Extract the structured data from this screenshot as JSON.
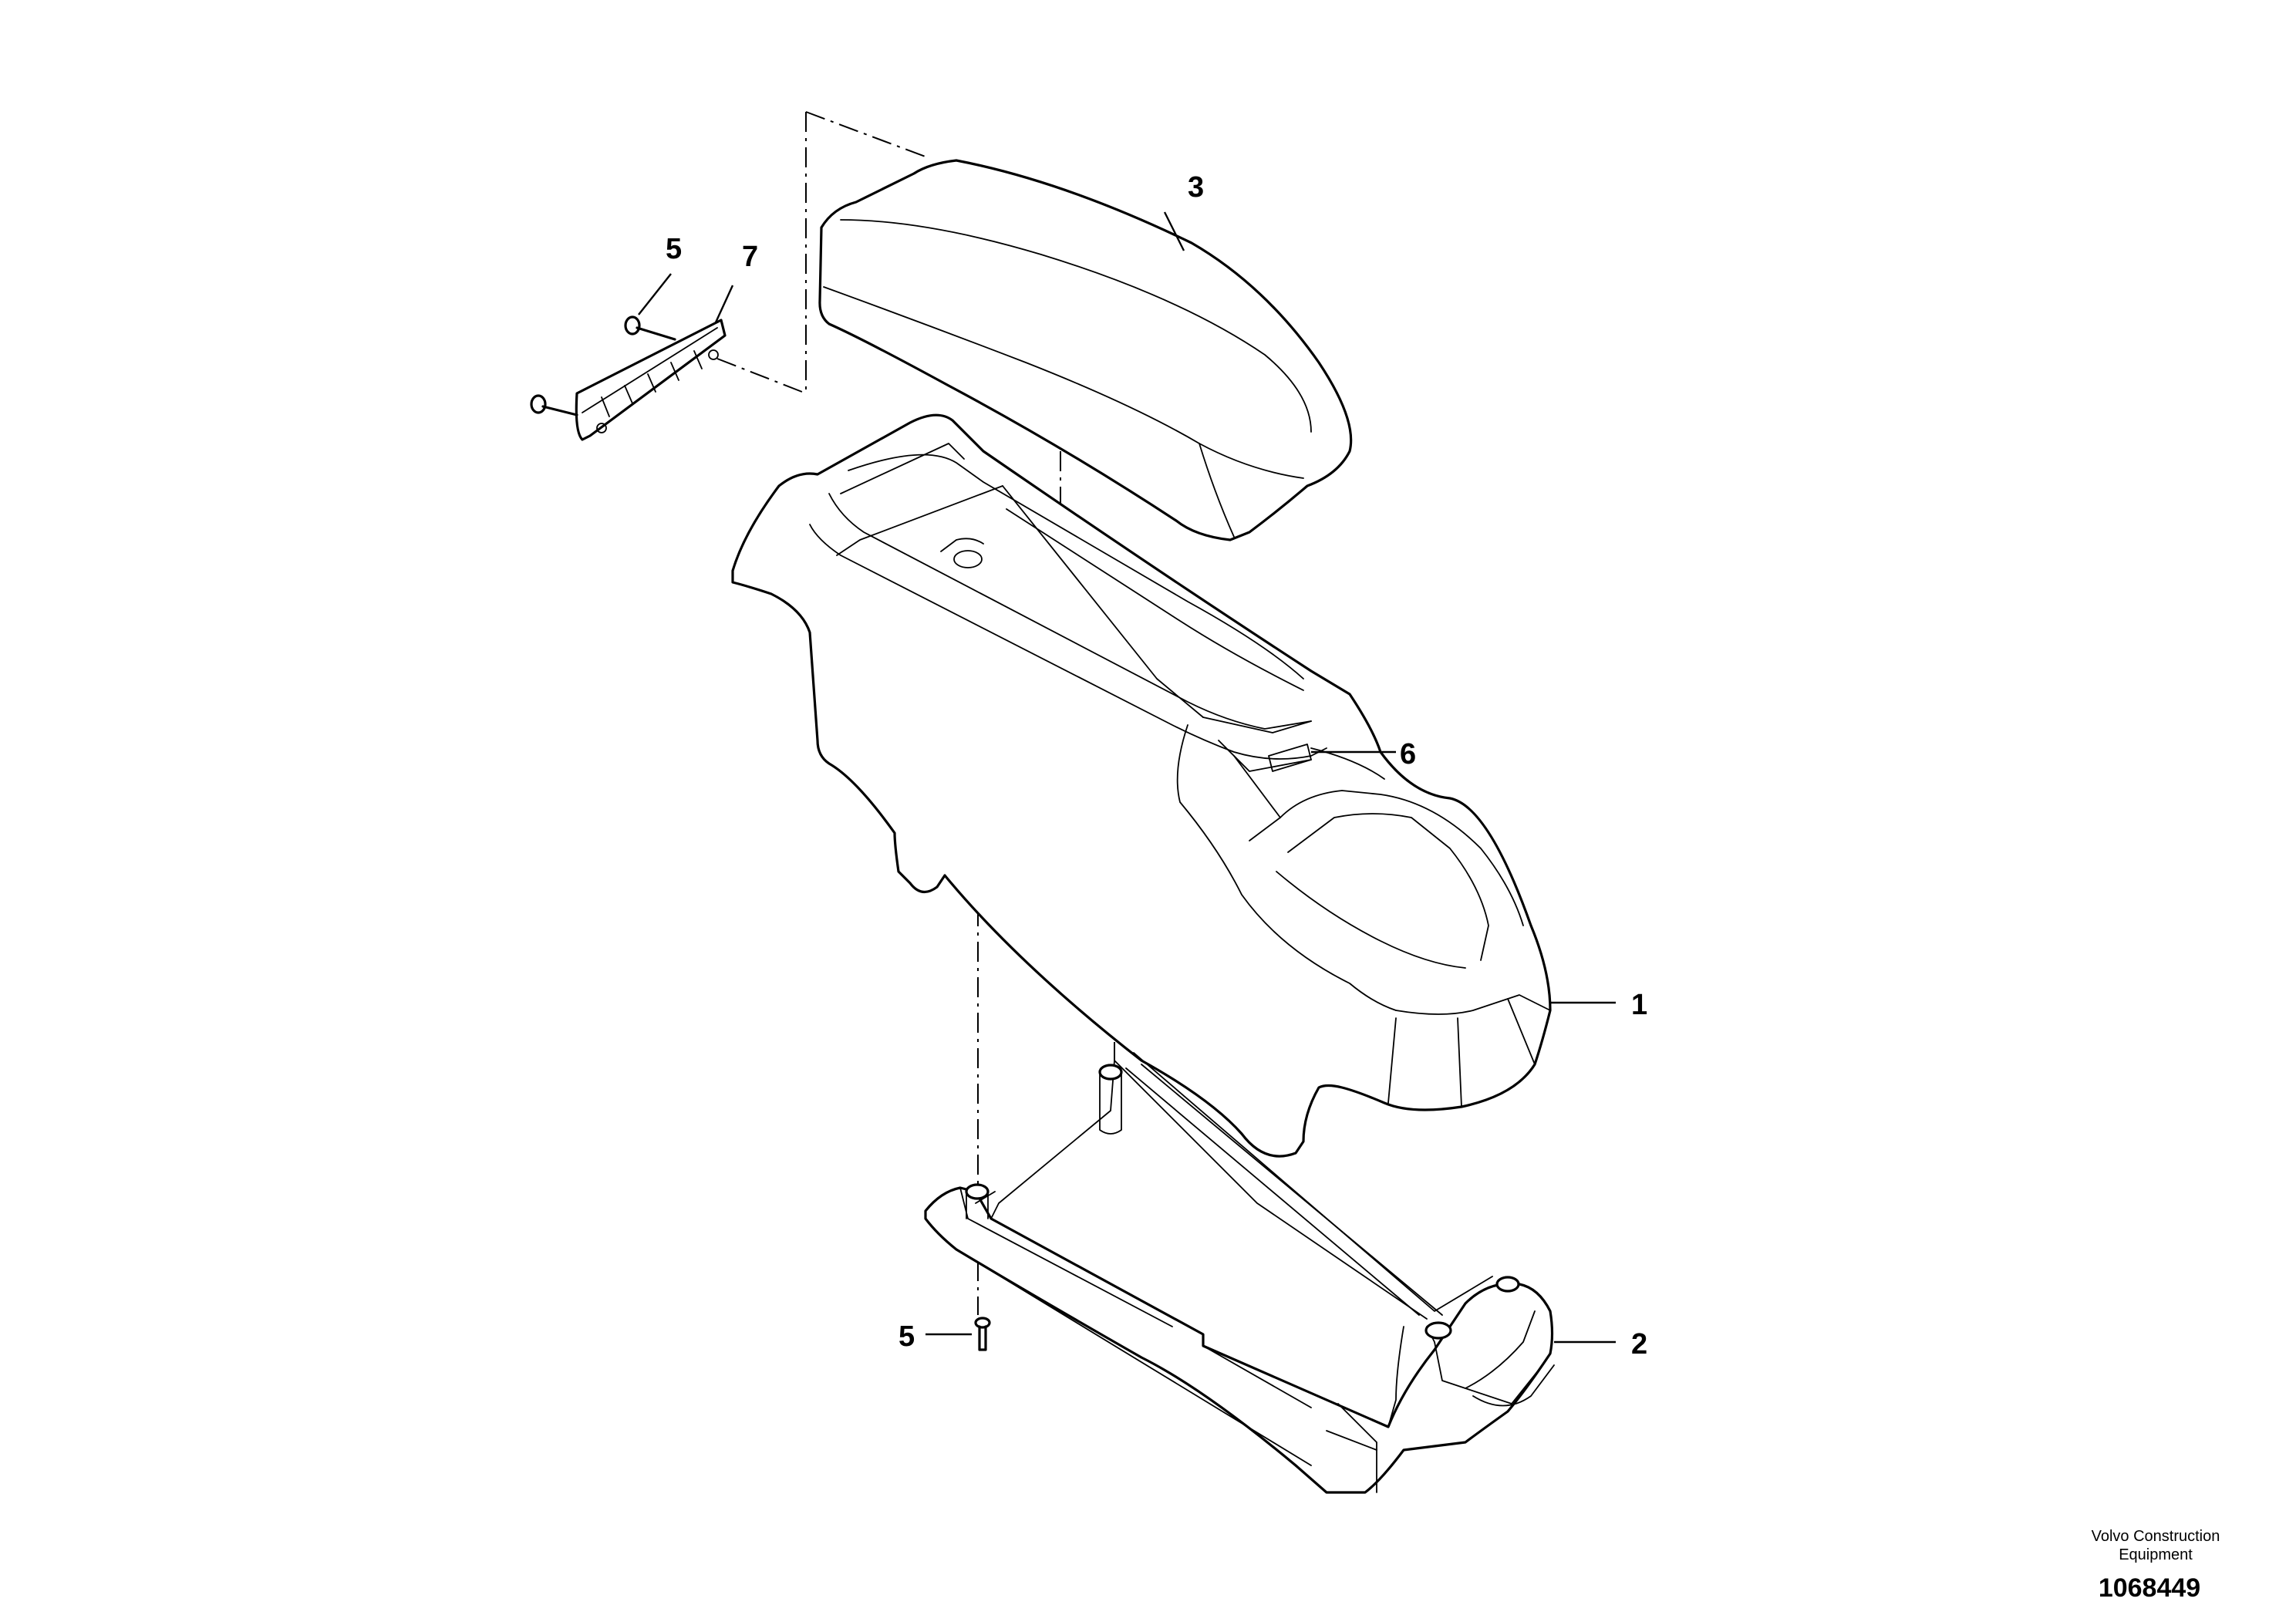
{
  "callouts": {
    "c1": "1",
    "c2": "2",
    "c3": "3",
    "c5_top": "5",
    "c5_bottom": "5",
    "c6": "6",
    "c7": "7"
  },
  "footer": {
    "company_line1": "Volvo Construction",
    "company_line2": "Equipment",
    "drawing_number": "1068449"
  }
}
